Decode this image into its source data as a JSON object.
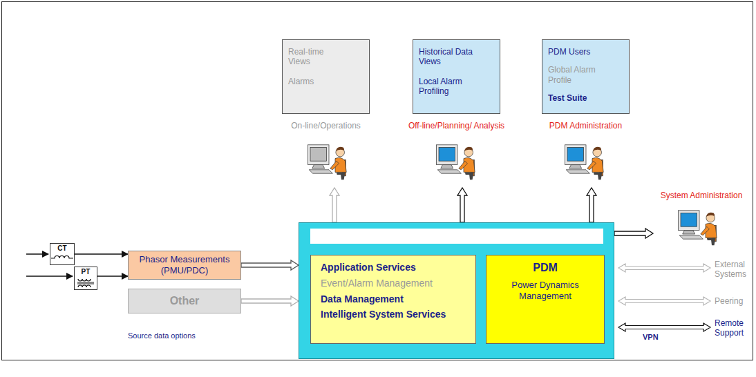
{
  "diagram": {
    "nodes": [
      {
        "text": [
          "Real-time Views",
          "Alarms",
          "On-line/Operations"
        ]
      },
      {
        "text": [
          "Historical Data Views",
          "Local Alarm Profiling",
          "Off-line/Planning/ Analysis"
        ]
      },
      {
        "text": [
          "PDM Users",
          "Global Alarm Profile",
          "Test Suite",
          "PDM Administration"
        ]
      },
      {
        "text": []
      },
      {
        "text": [
          "Application Services",
          "Event/Alarm Management",
          "Data Management",
          "Intelligent System Services"
        ],
        "in": 3
      },
      {
        "text": [
          "PDM",
          "Power Dynamics Management"
        ],
        "in": 3
      },
      {
        "text": [
          "Phasor Measurements (PMU/PDC)"
        ]
      },
      {
        "text": [
          "Other"
        ]
      },
      {
        "text": [
          "System Administration"
        ]
      },
      {
        "text": [
          "CT"
        ]
      },
      {
        "text": [
          "PT"
        ]
      }
    ],
    "edges": [
      {
        "from": 3,
        "to": 0,
        "arrow": "to"
      },
      {
        "from": 3,
        "to": 1,
        "arrow": "to"
      },
      {
        "from": 3,
        "to": 2,
        "arrow": "to"
      },
      {
        "from": 3,
        "to": 8,
        "arrow": "to"
      },
      {
        "from": 6,
        "to": 3,
        "arrow": "to"
      },
      {
        "from": 7,
        "to": 3,
        "arrow": "to"
      },
      {
        "from": 9,
        "to": 6,
        "arrow": "to"
      },
      {
        "from": 10,
        "to": 6,
        "arrow": "to"
      }
    ],
    "labels": [
      "Source data options",
      "External Systems",
      "Peering",
      "Remote Support",
      "VPN"
    ]
  }
}
